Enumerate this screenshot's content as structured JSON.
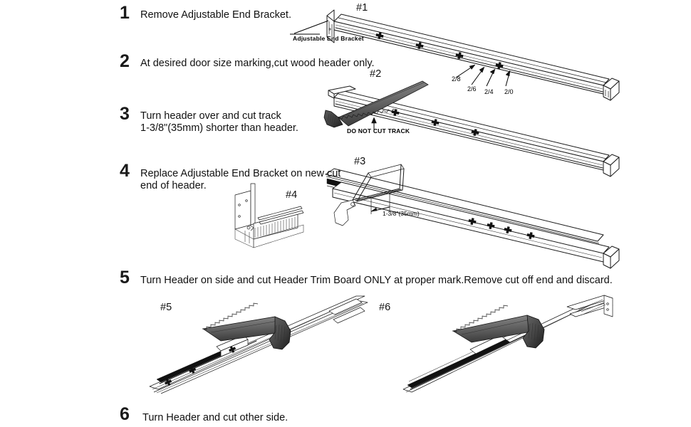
{
  "document": {
    "title": "Header Cutting Instructions",
    "background_color": "#ffffff",
    "ink_color": "#1a1a1a"
  },
  "steps": [
    {
      "number": "1",
      "text": "Remove Adjustable End Bracket."
    },
    {
      "number": "2",
      "text": "At desired door size marking,cut wood header only."
    },
    {
      "number": "3",
      "text": "Turn header over and cut track\n1-3/8\"(35mm) shorter than header."
    },
    {
      "number": "4",
      "text": "Replace Adjustable End Bracket on new cut\nend of header."
    },
    {
      "number": "5",
      "text": "Turn Header on side and cut Header Trim Board ONLY at proper mark.Remove cut off end and discard."
    },
    {
      "number": "6",
      "text": "Turn Header and cut other side."
    }
  ],
  "figures": [
    {
      "id": "fig1",
      "label": "#1"
    },
    {
      "id": "fig2",
      "label": "#2"
    },
    {
      "id": "fig3",
      "label": "#3"
    },
    {
      "id": "fig4",
      "label": "#4"
    },
    {
      "id": "fig5",
      "label": "#5"
    },
    {
      "id": "fig6",
      "label": "#6"
    }
  ],
  "callouts": {
    "adjustable_end_bracket": "Adjustable End Bracket",
    "do_not_cut_track": "DO NOT CUT TRACK",
    "dimension_35mm": "1-3/8\"(35mm)"
  },
  "door_size_marks": [
    {
      "label": "2/8"
    },
    {
      "label": "2/6"
    },
    {
      "label": "2/4"
    },
    {
      "label": "2/0"
    }
  ]
}
